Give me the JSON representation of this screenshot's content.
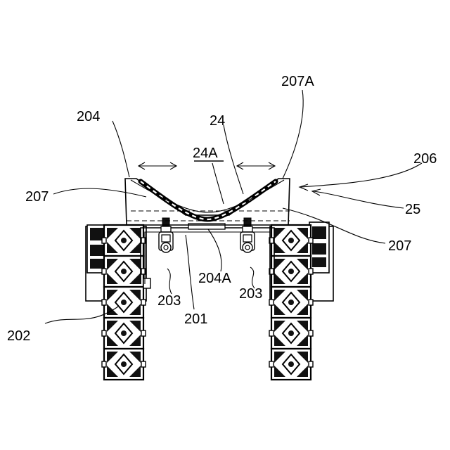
{
  "labels": {
    "l204": "204",
    "l207A": "207A",
    "l24": "24",
    "l24A": "24A",
    "l206": "206",
    "l207_left": "207",
    "l25": "25",
    "l207_right": "207",
    "l204A": "204A",
    "l203_left": "203",
    "l203_right": "203",
    "l201": "201",
    "l202": "202"
  }
}
